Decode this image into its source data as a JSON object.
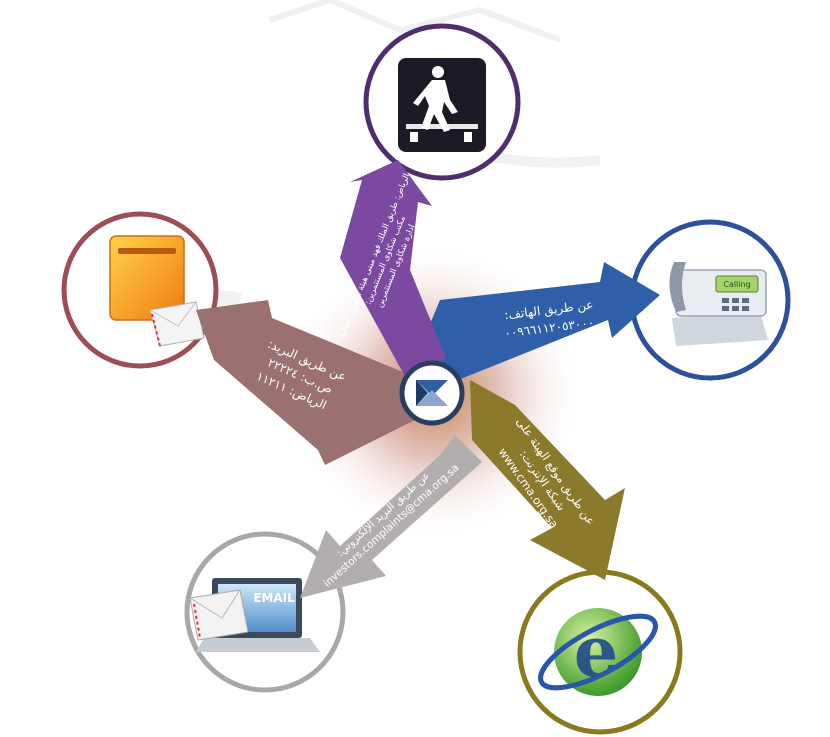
{
  "colors": {
    "purple": "#7b4aa0",
    "blue": "#2f5fa8",
    "mauve": "#9a7070",
    "olive": "#8c7a2c",
    "gray": "#b3aeae",
    "ring_red": "#9c4d55",
    "ring_purple": "#4f2e6e",
    "ring_blue": "#2e4f9c",
    "ring_gray": "#aaa7a7",
    "ring_olive": "#8a7a1e"
  },
  "channels": {
    "visit": {
      "icon": "pedestrian-walk-icon",
      "lines": [
        "الرياض: طريق الملك فهد مبنى هيئة السوق المالية",
        "مكتب شكاوى المستثمرين:",
        "إدارة شكاوى المستثمرين"
      ]
    },
    "phone": {
      "icon": "telephone-icon",
      "lines": [
        "عن طريق الهاتف:",
        "٠٠٩٦٦١١٢٠٥٣٠٠٠"
      ]
    },
    "post": {
      "icon": "mailbox-icon",
      "lines": [
        "عن طريق البريد:",
        "ص.ب: ٢٢٢٢٤",
        "الرياض: ١١٢١١"
      ]
    },
    "web": {
      "icon": "internet-explorer-icon",
      "lines": [
        "عن طريق موقع الهيئة على",
        "شبكة الإنترنت:",
        "www.cma.org.sa"
      ]
    },
    "email": {
      "icon": "email-laptop-icon",
      "lines": [
        "عن طريق البريد الإلكتروني:",
        "investors.complaints@cma.org.sa"
      ]
    }
  },
  "icon_text": {
    "phone_screen": "Calling",
    "email_screen": "EMAIL"
  },
  "hub_icon": "cma-logo-icon"
}
